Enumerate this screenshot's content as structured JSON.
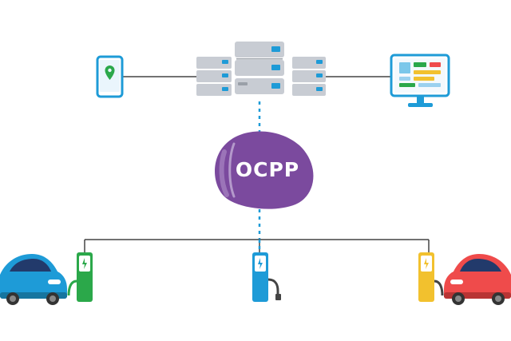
{
  "diagram": {
    "protocol_label": "OCPP",
    "nodes": [
      {
        "id": "mobile-app",
        "icon": "phone-location-icon"
      },
      {
        "id": "server-cluster",
        "icon": "server-rack-icon"
      },
      {
        "id": "dashboard-monitor",
        "icon": "monitor-dashboard-icon"
      },
      {
        "id": "charger-green",
        "icon": "ev-charger-icon"
      },
      {
        "id": "charger-blue",
        "icon": "ev-charger-icon"
      },
      {
        "id": "charger-yellow",
        "icon": "ev-charger-icon"
      },
      {
        "id": "car-blue",
        "icon": "car-icon"
      },
      {
        "id": "car-red",
        "icon": "car-icon"
      }
    ],
    "colors": {
      "accent_blue": "#1e9bd7",
      "ocpp_purple": "#7b4a9e",
      "charger_green": "#2ba84a",
      "charger_blue": "#1e9bd7",
      "charger_yellow": "#f2c12e",
      "car_blue": "#1e9bd7",
      "car_red": "#ef4b4b",
      "server_gray": "#c8ccd3",
      "line": "#444444"
    }
  }
}
